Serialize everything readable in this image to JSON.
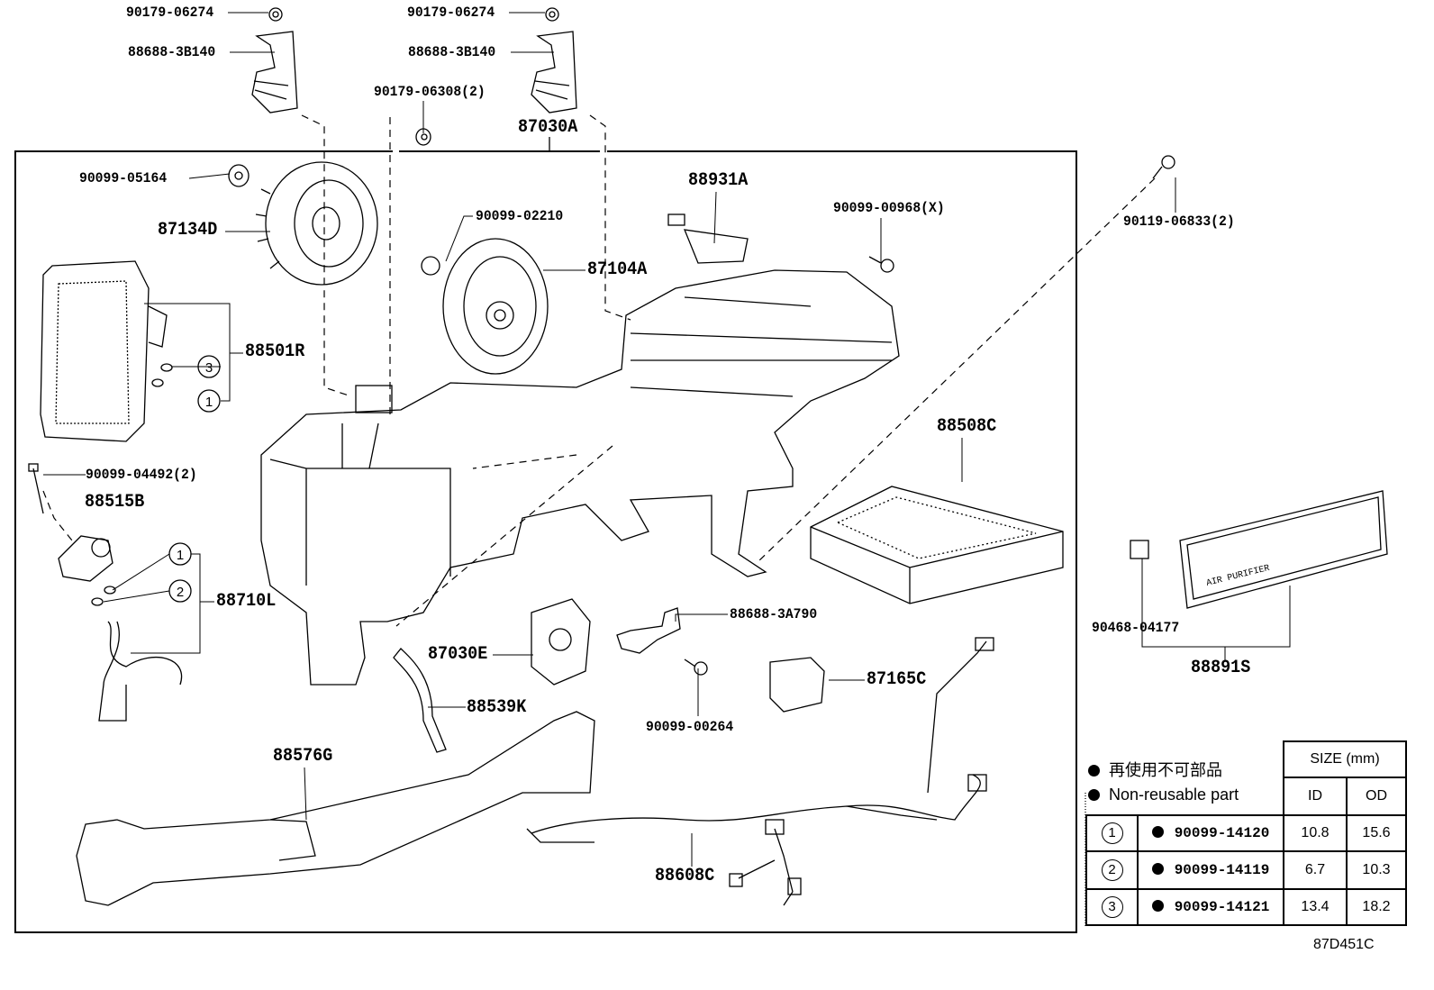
{
  "callouts": {
    "nut_left": "90179-06274",
    "bracket_left": "88688-3B140",
    "nut_right": "90179-06274",
    "bracket_right": "88688-3B140",
    "nut_center": "90179-06308(2)",
    "unit_assy": "87030A",
    "screw_fan": "90099-05164",
    "fan": "87134D",
    "clip_motor": "90099-02210",
    "blower_motor": "87104A",
    "resistor": "88931A",
    "screw_resistor": "90099-00968(X)",
    "bolt_right": "90119-06833(2)",
    "evaporator": "88501R",
    "filter": "88508C",
    "screw_valve": "90099-04492(2)",
    "expansion_valve": "88515B",
    "tube": "88710L",
    "servo": "87030E",
    "bracket_sensor": "88688-3A790",
    "amplifier": "87165C",
    "drain_hose": "88539K",
    "screw_bracket": "90099-00264",
    "duct": "88576G",
    "harness": "88608C",
    "clip_purifier": "90468-04177",
    "air_purifier": "88891S",
    "o_ring_1": "1",
    "o_ring_3": "3",
    "o_ring_1b": "1",
    "o_ring_2": "2",
    "purifier_text": "AIR PURIFIER"
  },
  "legend": {
    "line_jp": "再使用不可部品",
    "line_en": "Non-reusable part"
  },
  "size_table": {
    "header": "SIZE (mm)",
    "col_id": "ID",
    "col_od": "OD",
    "rows": [
      {
        "ref": "1",
        "part": "90099-14120",
        "id": "10.8",
        "od": "15.6"
      },
      {
        "ref": "2",
        "part": "90099-14119",
        "id": "6.7",
        "od": "10.3"
      },
      {
        "ref": "3",
        "part": "90099-14121",
        "id": "13.4",
        "od": "18.2"
      }
    ]
  },
  "diagram_code": "87D451C"
}
